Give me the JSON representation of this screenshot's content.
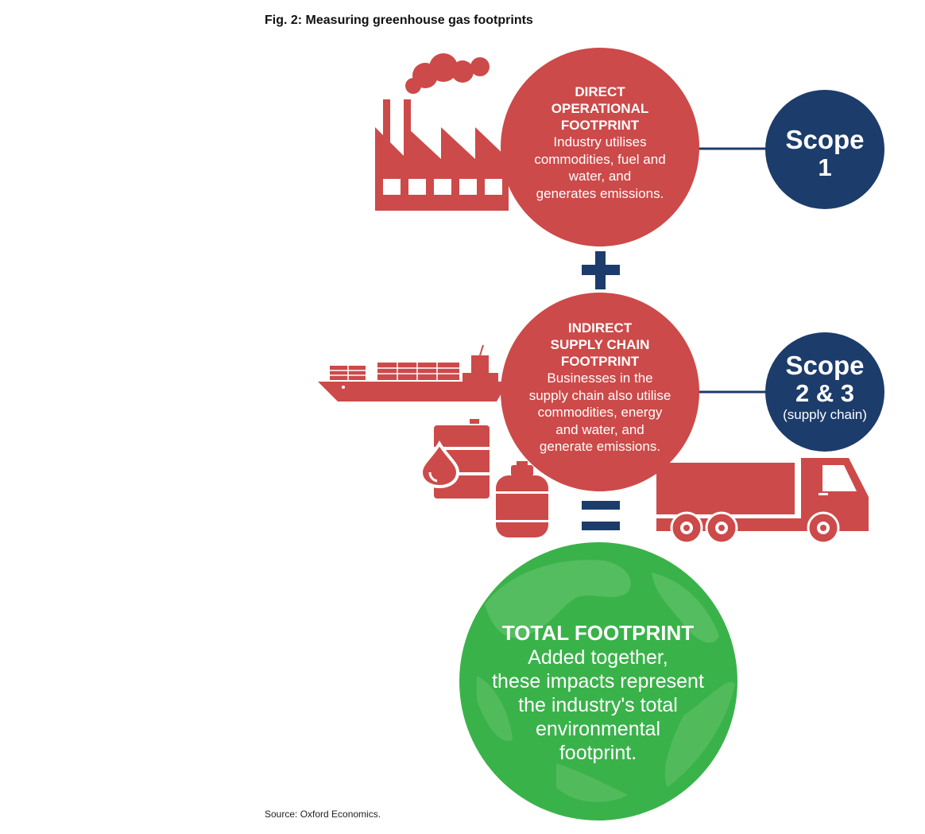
{
  "figure": {
    "title": "Fig. 2: Measuring greenhouse gas footprints",
    "source": "Source: Oxford Economics."
  },
  "direct": {
    "heading": "DIRECT\nOPERATIONAL\nFOOTPRINT",
    "text": "Industry utilises\ncommodities, fuel and\nwater, and\ngenerates emissions."
  },
  "scope1": {
    "label": "Scope",
    "number": "1"
  },
  "indirect": {
    "heading": "INDIRECT\nSUPPLY CHAIN\nFOOTPRINT",
    "text": "Businesses in the\nsupply chain also utilise\ncommodities, energy\nand water, and\ngenerate emissions."
  },
  "scope23": {
    "label": "Scope",
    "number": "2 & 3",
    "sub": "(supply chain)"
  },
  "total": {
    "heading": "TOTAL FOOTPRINT",
    "text": "Added together,\nthese impacts represent\nthe industry's total\nenvironmental\nfootprint."
  },
  "colors": {
    "red": "#cc4a49",
    "navy": "#1c3c6b",
    "green": "#3ab24a",
    "green_light": "#5bbf64"
  },
  "icons": [
    "factory-icon",
    "smoke-icon",
    "plus-icon",
    "ship-icon",
    "oil-barrel-icon",
    "oil-drop-icon",
    "gas-cylinder-icon",
    "truck-icon",
    "equals-icon",
    "globe-icon"
  ]
}
